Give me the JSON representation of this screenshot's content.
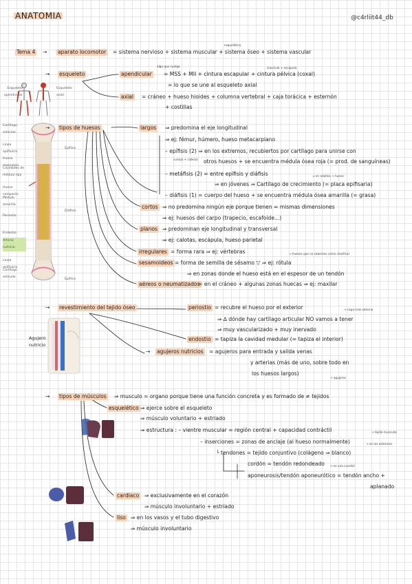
{
  "title": "ANATOMIA",
  "handle": "@c4rliit44_db",
  "tema": {
    "label": "Tema 4",
    "arrow": "→",
    "topic": "aparato locomotor",
    "eq": "= sistema nervioso + sistema muscular + sistema óseo + sistema vascular",
    "note": "esquelético"
  },
  "esqueleto": {
    "label": "esqueleto",
    "apendicular": {
      "label": "apendicular",
      "note": "algo que cuelga",
      "line1": "= MSS + MII + cintura escapular + cintura pélvica (coxal)",
      "note2": "clavícula + escápula",
      "line2": "= lo que se une al esqueleto axial"
    },
    "axial": {
      "label": "axial",
      "line1": "= cráneo + hueso hioides + columna vertebral + caja torácica + esternón",
      "line2": "+ costillas"
    },
    "fig_labels": [
      "Esqueleto apendicular",
      "Esqueleto axial"
    ]
  },
  "huesos": {
    "label": "tipos de huesos",
    "fig_labels": [
      "Cartílago articular",
      "Línea epifisaria",
      "Hueso esponjoso",
      "Cavidades de médula roja",
      "Hueso compacto",
      "Médula amarilla",
      "Periostio",
      "Endostio",
      "Arteria nutricia",
      "Línea epifisaria",
      "Cartílago articular",
      "Epífisis",
      "Diáfisis",
      "Epífisis"
    ],
    "largos": "largos",
    "l1": "⇒ predomina el eje longitudinal",
    "l2": "⇒ ej: fémur, húmero, hueso metacarpiano",
    "l3": "– epífisis (2) ⇒ en los extremos, recubiertos por cartílago para unirse con",
    "l3note": "cuerpo + cabeza",
    "l4": "otros huesos + se encuentra médula ósea roja (= prod. de sanguíneas)",
    "l5": "– metáfisis (2) = entre epífisis y diáfisis",
    "l5note": "⇒ en adultos → hueso",
    "l6": "⇒ en jóvenes ⇒ Cartílago de crecimiento (= placa epifisaria)",
    "l7": "– diáfisis (1) = cuerpo del hueso + se encuentra médula ósea amarilla (= grasa)",
    "cortos": "cortos",
    "c1": "⇒ no predomina ningún eje porque tienen ≈ mismas dimensiones",
    "c2": "⇒ ej: huesos del carpo (trapecio, escafoide...)",
    "planos": "planos",
    "p1": "⇒ predominan eje longitudinal y transversal",
    "p2": "⇒ ej: calotas, escápula, hueso parietal",
    "irregulares": "irregulares",
    "i1": "= forma rara ⇒ ej: vértebras",
    "i1note": "→ huesos que no sabemos como clasificar",
    "sesamoideos": "sesamoideos",
    "s1": "= forma de semilla de sésamo ▽ ⇒ ej: rótula",
    "s2": "⇒ en zonas donde el hueso está en el espesor de un tendón",
    "aereos": "aéreos o neumatizados",
    "a1": "= en el cráneo + algunas zonas huecas ⇒ ej: maxilar"
  },
  "revestimiento": {
    "label": "revestimiento del tejido óseo",
    "fig_label": "Agujero nutricio",
    "periostio": "periostio",
    "pe1": "= recubre el hueso por el exterior",
    "pe1note": "→ capa más externa",
    "pe2": "⇒ ∆ dónde hay cartílago articular NO vamos a tener",
    "pe3": "⇒ muy vascularizado + muy inervado",
    "endostio": "endostio",
    "en1": "= tapiza la cavidad medular (= tapiza el interior)",
    "agujeros": "agujeros nutricios",
    "ag1": "= agujeros para entrada y salida venas",
    "ag2": "y arterias (más de uno, sobre todo en",
    "ag3": "los huesos largos)",
    "ag3note": "→ agujeros"
  },
  "musculos": {
    "label": "tipos de músculos",
    "m1": "⇒ musculo = organo porque tiene una función concreta y es formado de ≠ tejidos",
    "esqueletico": "esquelético",
    "e1": "⇒ ejerce sobre el esqueleto",
    "e2": "⇒ músculo voluntario + estriado",
    "e3": "⇒ estructura : – vientre muscular = región central + capacidad contráctil",
    "e3note": "→ tejido muscular",
    "e4": "– inserciones = zonas de anclaje (al hueso normalmente)",
    "e4note": "→ en los extremos",
    "e5": "└ tendones = tejido conjuntivo (colágeno ⇒ blanco)",
    "e6": "cordón = tendón redondeado",
    "e6note": "→ es una cuerda!",
    "e7": "aponeurosis/tendón aponeurótico = tendón ancho +",
    "e8": "aplanado",
    "cardiaco": "cardiaco",
    "c1": "⇒ exclusivamente en el corazón",
    "c2": "⇒ músculo involuntario + estriado",
    "liso": "liso",
    "li1": "⇒ en los vasos y el tubo digestivo",
    "li2": "⇒ músculo involuntario"
  }
}
